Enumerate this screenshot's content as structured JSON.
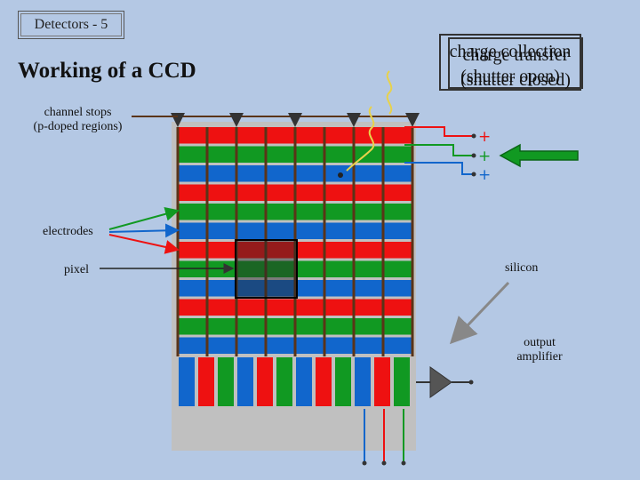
{
  "header": {
    "tag": "Detectors - 5",
    "title": "Working of a CCD"
  },
  "boxes": [
    {
      "line1": "charge collection",
      "line2": "(shutter open)"
    },
    {
      "line1": "charge transfer",
      "line2": "(shutter closed)"
    }
  ],
  "labels": {
    "channel_stops_1": "channel stops",
    "channel_stops_2": "(p-doped regions)",
    "electrodes": "electrodes",
    "pixel": "pixel",
    "silicon": "silicon",
    "output_1": "output",
    "output_2": "amplifier",
    "plus": "+"
  },
  "colors": {
    "red": "#ee1111",
    "green": "#119922",
    "blue": "#1166cc",
    "stop": "#5a3418",
    "silicon": "#c0c0c0",
    "photon": "#e8d24a",
    "amplifier": "#555555"
  }
}
